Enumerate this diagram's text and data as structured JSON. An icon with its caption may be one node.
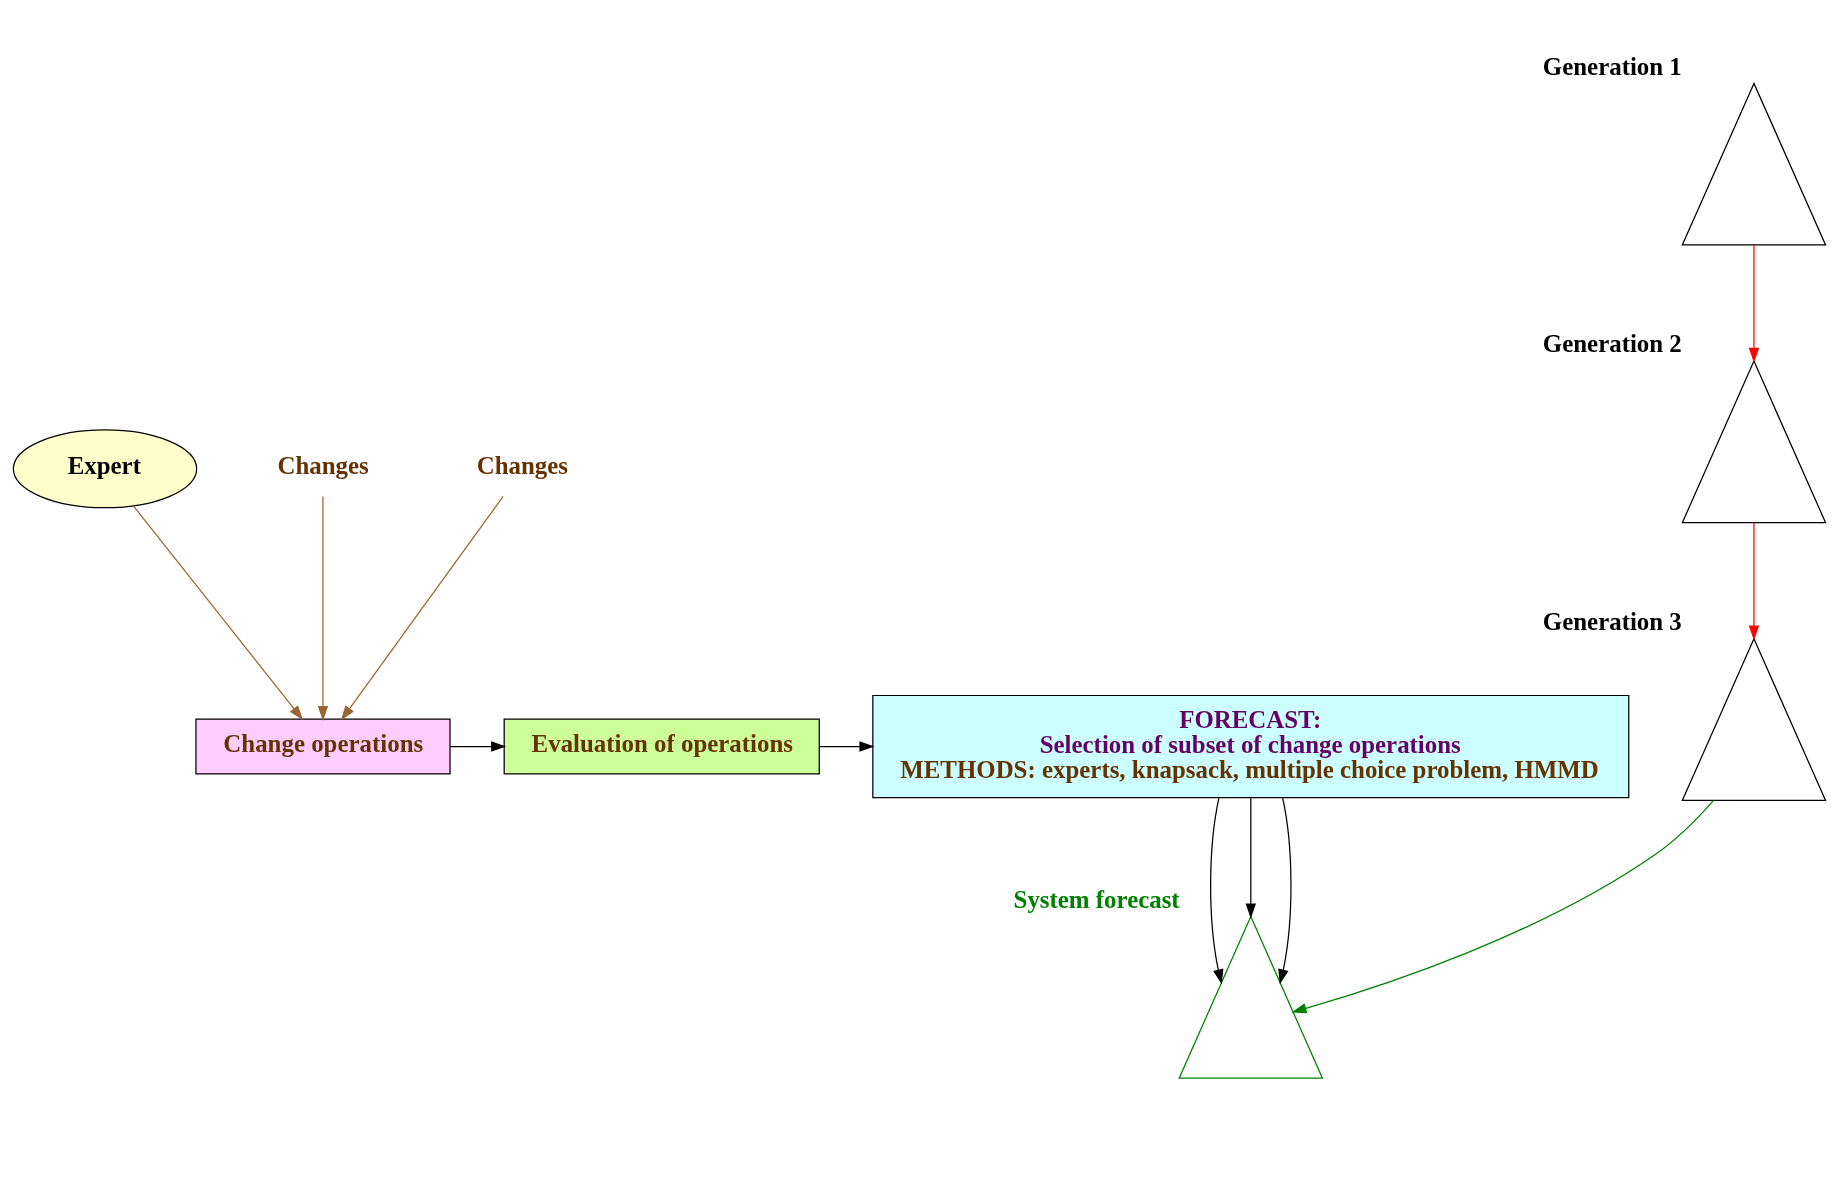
{
  "diagram": {
    "nodes": [
      {
        "text": [
          "Change operations"
        ]
      },
      {
        "text": [
          "Evaluation of operations"
        ]
      },
      {
        "text": [
          "FORECAST:",
          "Selection of subset of change operations",
          "METHODS: experts, knapsack, multiple choice problem, HMMD"
        ]
      },
      {
        "text": [
          "Expert"
        ]
      },
      {
        "text": [],
        "shape": "triangle",
        "beside": [
          "Generation 1"
        ]
      },
      {
        "text": [],
        "shape": "triangle",
        "beside": [
          "Generation 2"
        ]
      },
      {
        "text": [],
        "shape": "triangle",
        "beside": [
          "Generation 3"
        ]
      },
      {
        "text": [],
        "shape": "triangle",
        "beside": [
          "System forecast"
        ]
      },
      {
        "text": [
          "Changes"
        ]
      },
      {
        "text": [
          "Changes"
        ]
      }
    ],
    "edges": [
      {
        "from": 0,
        "to": 1,
        "arrow": "to"
      },
      {
        "from": 1,
        "to": 2,
        "arrow": "to"
      },
      {
        "from": 3,
        "to": 0,
        "arrow": "to",
        "color": "#996633"
      },
      {
        "from": 8,
        "to": 0,
        "arrow": "to",
        "color": "#996633"
      },
      {
        "from": 9,
        "to": 0,
        "arrow": "to",
        "color": "#996633"
      },
      {
        "from": 4,
        "to": 5,
        "arrow": "to",
        "color": "#ff0000"
      },
      {
        "from": 5,
        "to": 6,
        "arrow": "to",
        "color": "#ff0000"
      },
      {
        "from": 6,
        "to": 7,
        "arrow": "to",
        "color": "#008000"
      },
      {
        "from": 2,
        "to": 7,
        "arrow": "to"
      },
      {
        "from": 2,
        "to": 7,
        "arrow": "to"
      },
      {
        "from": 2,
        "to": 7,
        "arrow": "to"
      }
    ]
  }
}
